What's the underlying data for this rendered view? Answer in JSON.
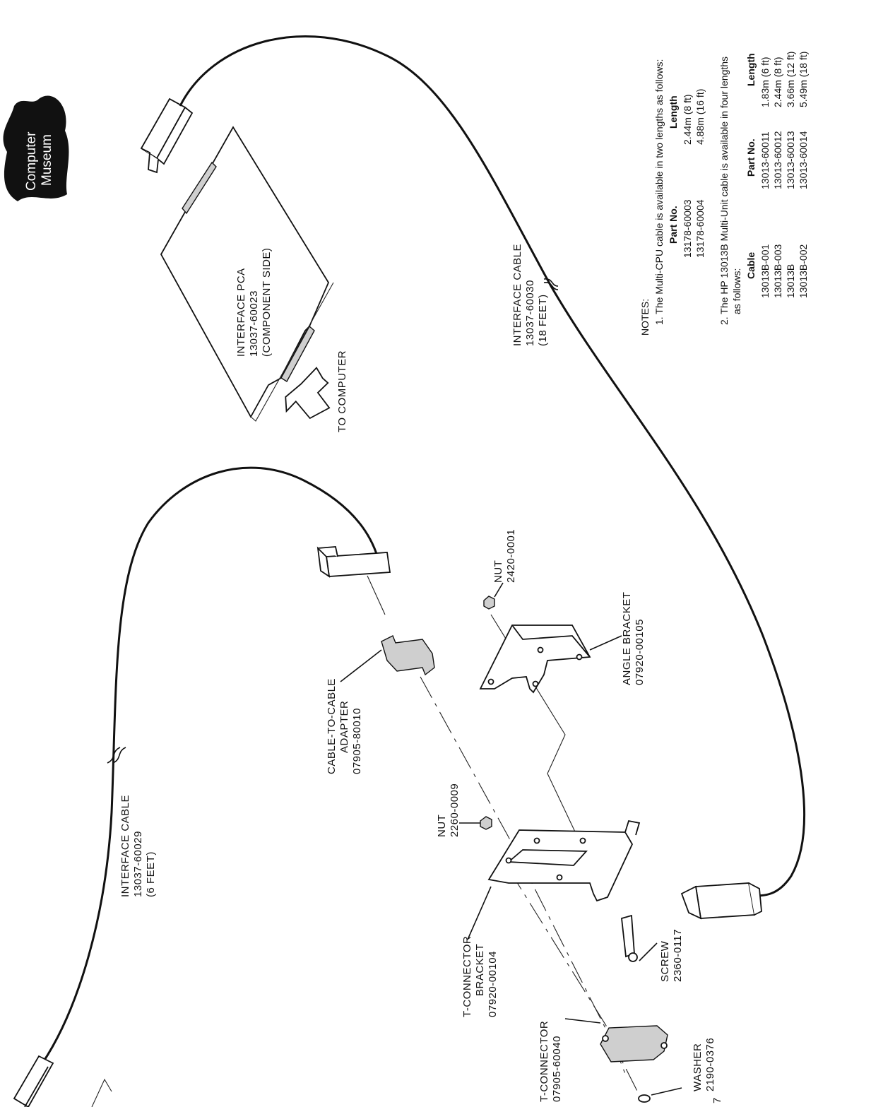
{
  "logo": {
    "line1": "Computer",
    "line2": "Museum"
  },
  "labels": {
    "interface_pca": [
      "INTERFACE PCA",
      "13037-60023",
      "(COMPONENT SIDE)"
    ],
    "to_computer": "TO COMPUTER",
    "interface_cable_18": [
      "INTERFACE CABLE",
      "13037-60030",
      "(18 FEET)"
    ],
    "interface_cable_6": [
      "INTERFACE CABLE",
      "13037-60029",
      "(6 FEET)"
    ],
    "cable_adapter": [
      "CABLE-TO-CABLE",
      "ADAPTER",
      "07905-80010"
    ],
    "nut_top": [
      "NUT",
      "2420-0001"
    ],
    "angle_bracket": [
      "ANGLE BRACKET",
      "07920-00105"
    ],
    "nut_left": [
      "NUT",
      "2260-0009"
    ],
    "t_connector_bracket": [
      "T-CONNECTOR",
      "BRACKET",
      "07920-00104"
    ],
    "screw": [
      "SCREW",
      "2360-0117"
    ],
    "t_connector": [
      "T-CONNECTOR",
      "07905-60040"
    ],
    "washer": [
      "WASHER",
      "2190-0376"
    ],
    "corner_mark": "7"
  },
  "notes": {
    "title": "NOTES:",
    "note1": "1. The Multi-CPU cable is available in two lengths as follows:",
    "table1": {
      "headers": [
        "Part No.",
        "Length"
      ],
      "rows": [
        [
          "13178-60003",
          "2.44m (8 ft)"
        ],
        [
          "13178-60004",
          "4.88m (16 ft)"
        ]
      ]
    },
    "note2_line1": "2. The HP 13013B Multi-Unit cable is available in four lengths",
    "note2_line2": "as follows:",
    "table2": {
      "headers": [
        "Cable",
        "Part No.",
        "Length"
      ],
      "rows": [
        [
          "13013B-001",
          "13013-60011",
          "1.83m (6 ft)"
        ],
        [
          "13013B-003",
          "13013-60012",
          "2.44m (8 ft)"
        ],
        [
          "13013B",
          "13013-60013",
          "3.66m (12 ft)"
        ],
        [
          "13013B-002",
          "13013-60014",
          "5.49m (18 ft)"
        ]
      ]
    }
  }
}
